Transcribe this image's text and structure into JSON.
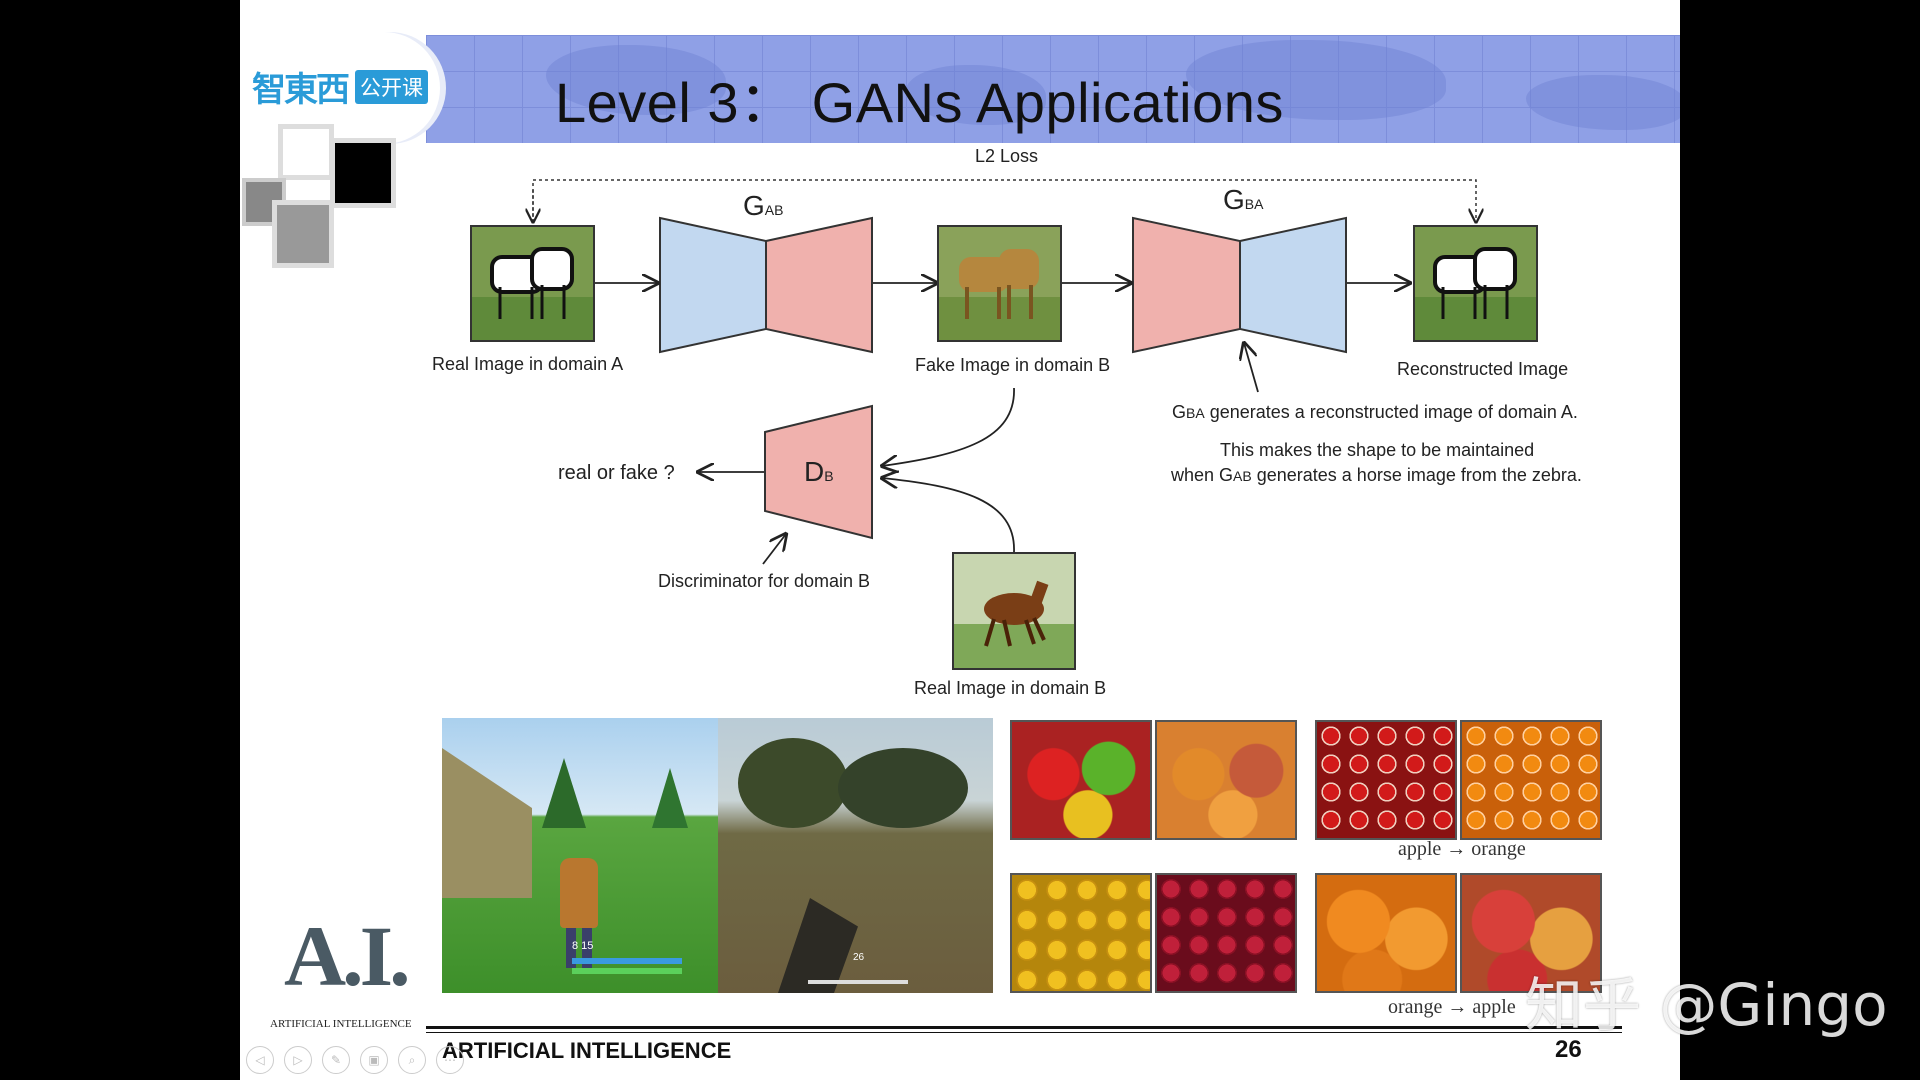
{
  "slide": {
    "title": "Level 3：  GANs Applications",
    "logo_cn": "智東西",
    "logo_tag": "公开课",
    "footer": "ARTIFICIAL INTELLIGENCE",
    "page_number": "26",
    "ai_logo": "A.I.",
    "ai_logo_sub": "ARTIFICIAL INTELLIGENCE"
  },
  "diagram": {
    "l2_loss": "L2 Loss",
    "g_ab": {
      "main": "G",
      "sub": "AB"
    },
    "g_ba": {
      "main": "G",
      "sub": "BA"
    },
    "d_b": {
      "main": "D",
      "sub": "B"
    },
    "real_a": "Real Image in domain A",
    "fake_b": "Fake Image in domain B",
    "reconstructed": "Reconstructed Image",
    "gba_note_1": {
      "main": "G",
      "sub": "BA",
      "rest": " generates a reconstructed image of domain A."
    },
    "gba_note_2": "This makes the shape to be maintained",
    "gba_note_3": {
      "pre": "when G",
      "sub": "AB",
      "rest": " generates a horse image from the zebra."
    },
    "real_or_fake": "real or fake ?",
    "discriminator": "Discriminator for domain B",
    "real_b": "Real Image in domain B",
    "colors": {
      "blue": "#c2d8f0",
      "pink": "#f0b1ad",
      "title_band": "#8fa0e6"
    }
  },
  "examples": {
    "caption_1": "apple → orange",
    "caption_2": "orange → apple",
    "game_hud_1": "8 15",
    "game_hud_2": "26"
  },
  "watermark": "知乎 @Gingo"
}
